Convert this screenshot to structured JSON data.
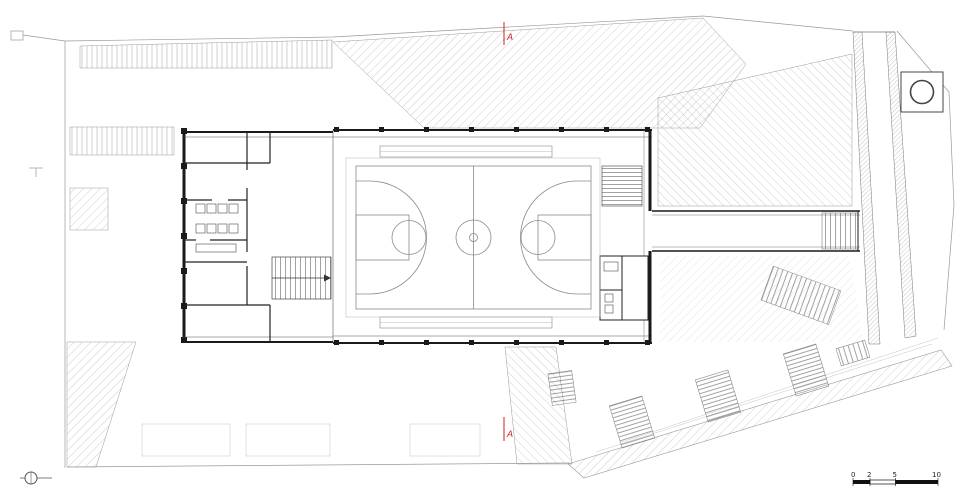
{
  "meta": {
    "drawing_type": "architectural-floor-plan",
    "subject": "sports-hall-with-basketball-court"
  },
  "section_markers": {
    "top_label": "A",
    "bottom_label": "A"
  },
  "scale_bar": {
    "tick_labels": [
      "0",
      "2",
      "5",
      "10"
    ]
  },
  "colors": {
    "accent_red": "#cc2222",
    "line_dark": "#1a1a1a",
    "terrain_gray": "#999999",
    "court_gray": "#8a8a8a"
  }
}
